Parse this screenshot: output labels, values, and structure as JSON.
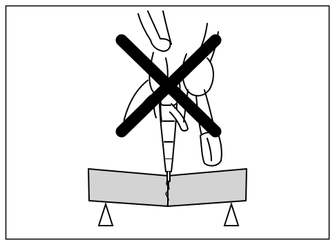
{
  "figure": {
    "type": "warning-illustration",
    "subject": "hands-pressing-down-on-workpiece-with-saw-blade",
    "prohibition_mark": "x-mark",
    "colors": {
      "outline": "#000000",
      "board_fill": "#d3d3d3",
      "background": "#ffffff"
    }
  }
}
